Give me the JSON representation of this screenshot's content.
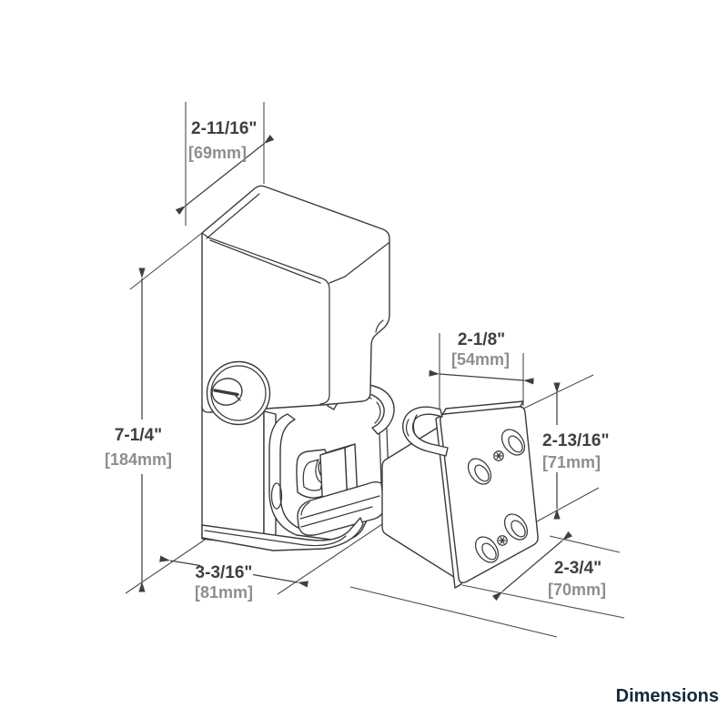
{
  "footer": {
    "label": "Dimensions"
  },
  "colors": {
    "background": "#ffffff",
    "line": "#3a3a3a",
    "dim_text": "#3f3f3f",
    "mm_text": "#8e8e8e",
    "footer_text": "#15293a"
  },
  "drawing": {
    "lock": {
      "width": {
        "in": "2-11/16\"",
        "mm": "[69mm]"
      },
      "height": {
        "in": "7-1/4\"",
        "mm": "[184mm]"
      },
      "depth": {
        "in": "3-3/16\"",
        "mm": "[81mm]"
      }
    },
    "keeper": {
      "width": {
        "in": "2-1/8\"",
        "mm": "[54mm]"
      },
      "height": {
        "in": "2-13/16\"",
        "mm": "[71mm]"
      },
      "depth": {
        "in": "2-3/4\"",
        "mm": "[70mm]"
      }
    }
  }
}
